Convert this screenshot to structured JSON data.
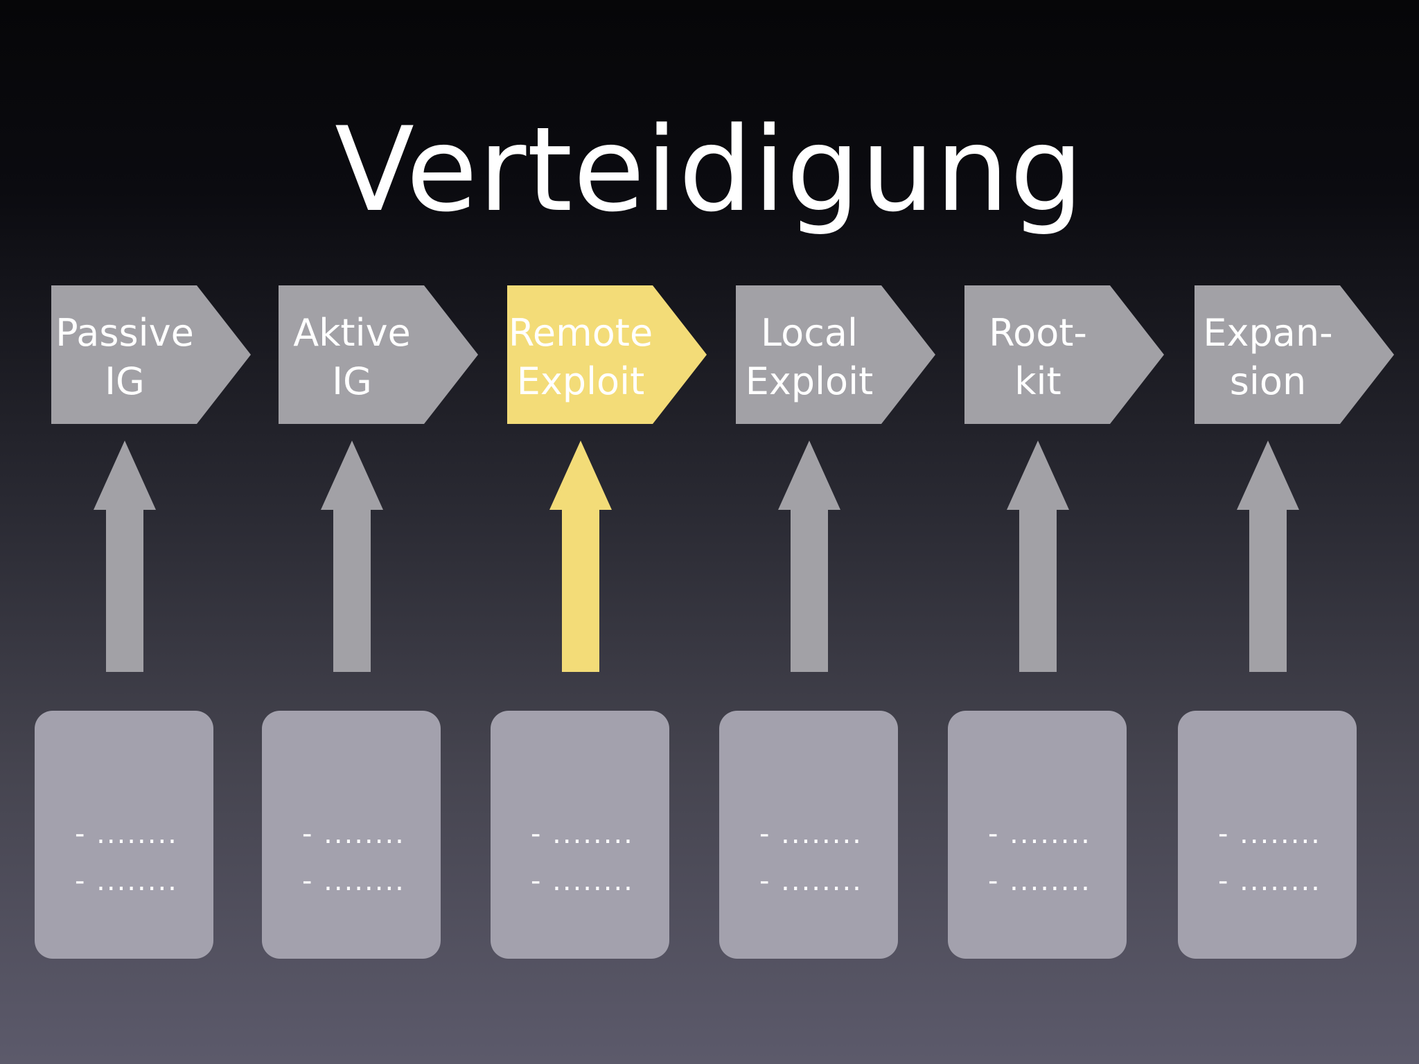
{
  "title": "Verteidigung",
  "colors": {
    "step_default": "#a2a1a6",
    "step_highlight": "#f3dc78",
    "arrow_default": "#a2a1a6",
    "arrow_highlight": "#f3dc78",
    "card": "#a3a1ad"
  },
  "steps": [
    {
      "line1": "Passive",
      "line2": "IG",
      "highlighted": false,
      "items": [
        "- ........",
        "- ........"
      ]
    },
    {
      "line1": "Aktive",
      "line2": "IG",
      "highlighted": false,
      "items": [
        "- ........",
        "- ........"
      ]
    },
    {
      "line1": "Remote",
      "line2": "Exploit",
      "highlighted": true,
      "items": [
        "- ........",
        "- ........"
      ]
    },
    {
      "line1": "Local",
      "line2": "Exploit",
      "highlighted": false,
      "items": [
        "- ........",
        "- ........"
      ]
    },
    {
      "line1": "Root-",
      "line2": "kit",
      "highlighted": false,
      "items": [
        "- ........",
        "- ........"
      ]
    },
    {
      "line1": "Expan-",
      "line2": "sion",
      "highlighted": false,
      "items": [
        "- ........",
        "- ........"
      ]
    }
  ]
}
